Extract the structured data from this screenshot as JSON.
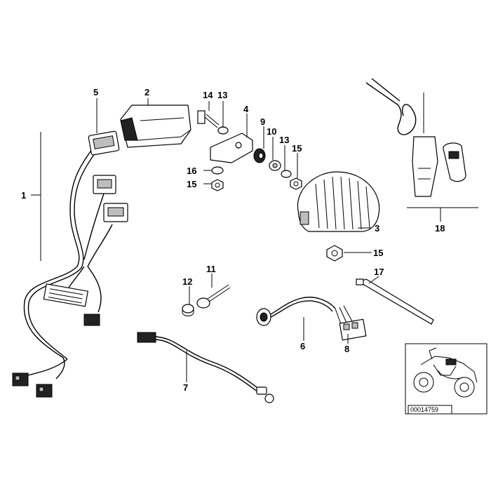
{
  "diagram": {
    "callouts": [
      "1",
      "2",
      "3",
      "4",
      "5",
      "6",
      "7",
      "8",
      "9",
      "10",
      "11",
      "12",
      "13",
      "14",
      "15",
      "16",
      "17",
      "18"
    ],
    "labels": {
      "c1": "1",
      "c2": "2",
      "c3": "3",
      "c4": "4",
      "c5": "5",
      "c6": "6",
      "c7": "7",
      "c8": "8",
      "c9": "9",
      "c10": "10",
      "c11": "11",
      "c12": "12",
      "c13a": "13",
      "c13b": "13",
      "c14": "14",
      "c15a": "15",
      "c15b": "15",
      "c15c": "15",
      "c16": "16",
      "c17": "17",
      "c18": "18"
    },
    "reference_number": "00014759"
  },
  "colors": {
    "ink": "#000000",
    "paper": "#ffffff",
    "shade": "#bdbdbd"
  }
}
